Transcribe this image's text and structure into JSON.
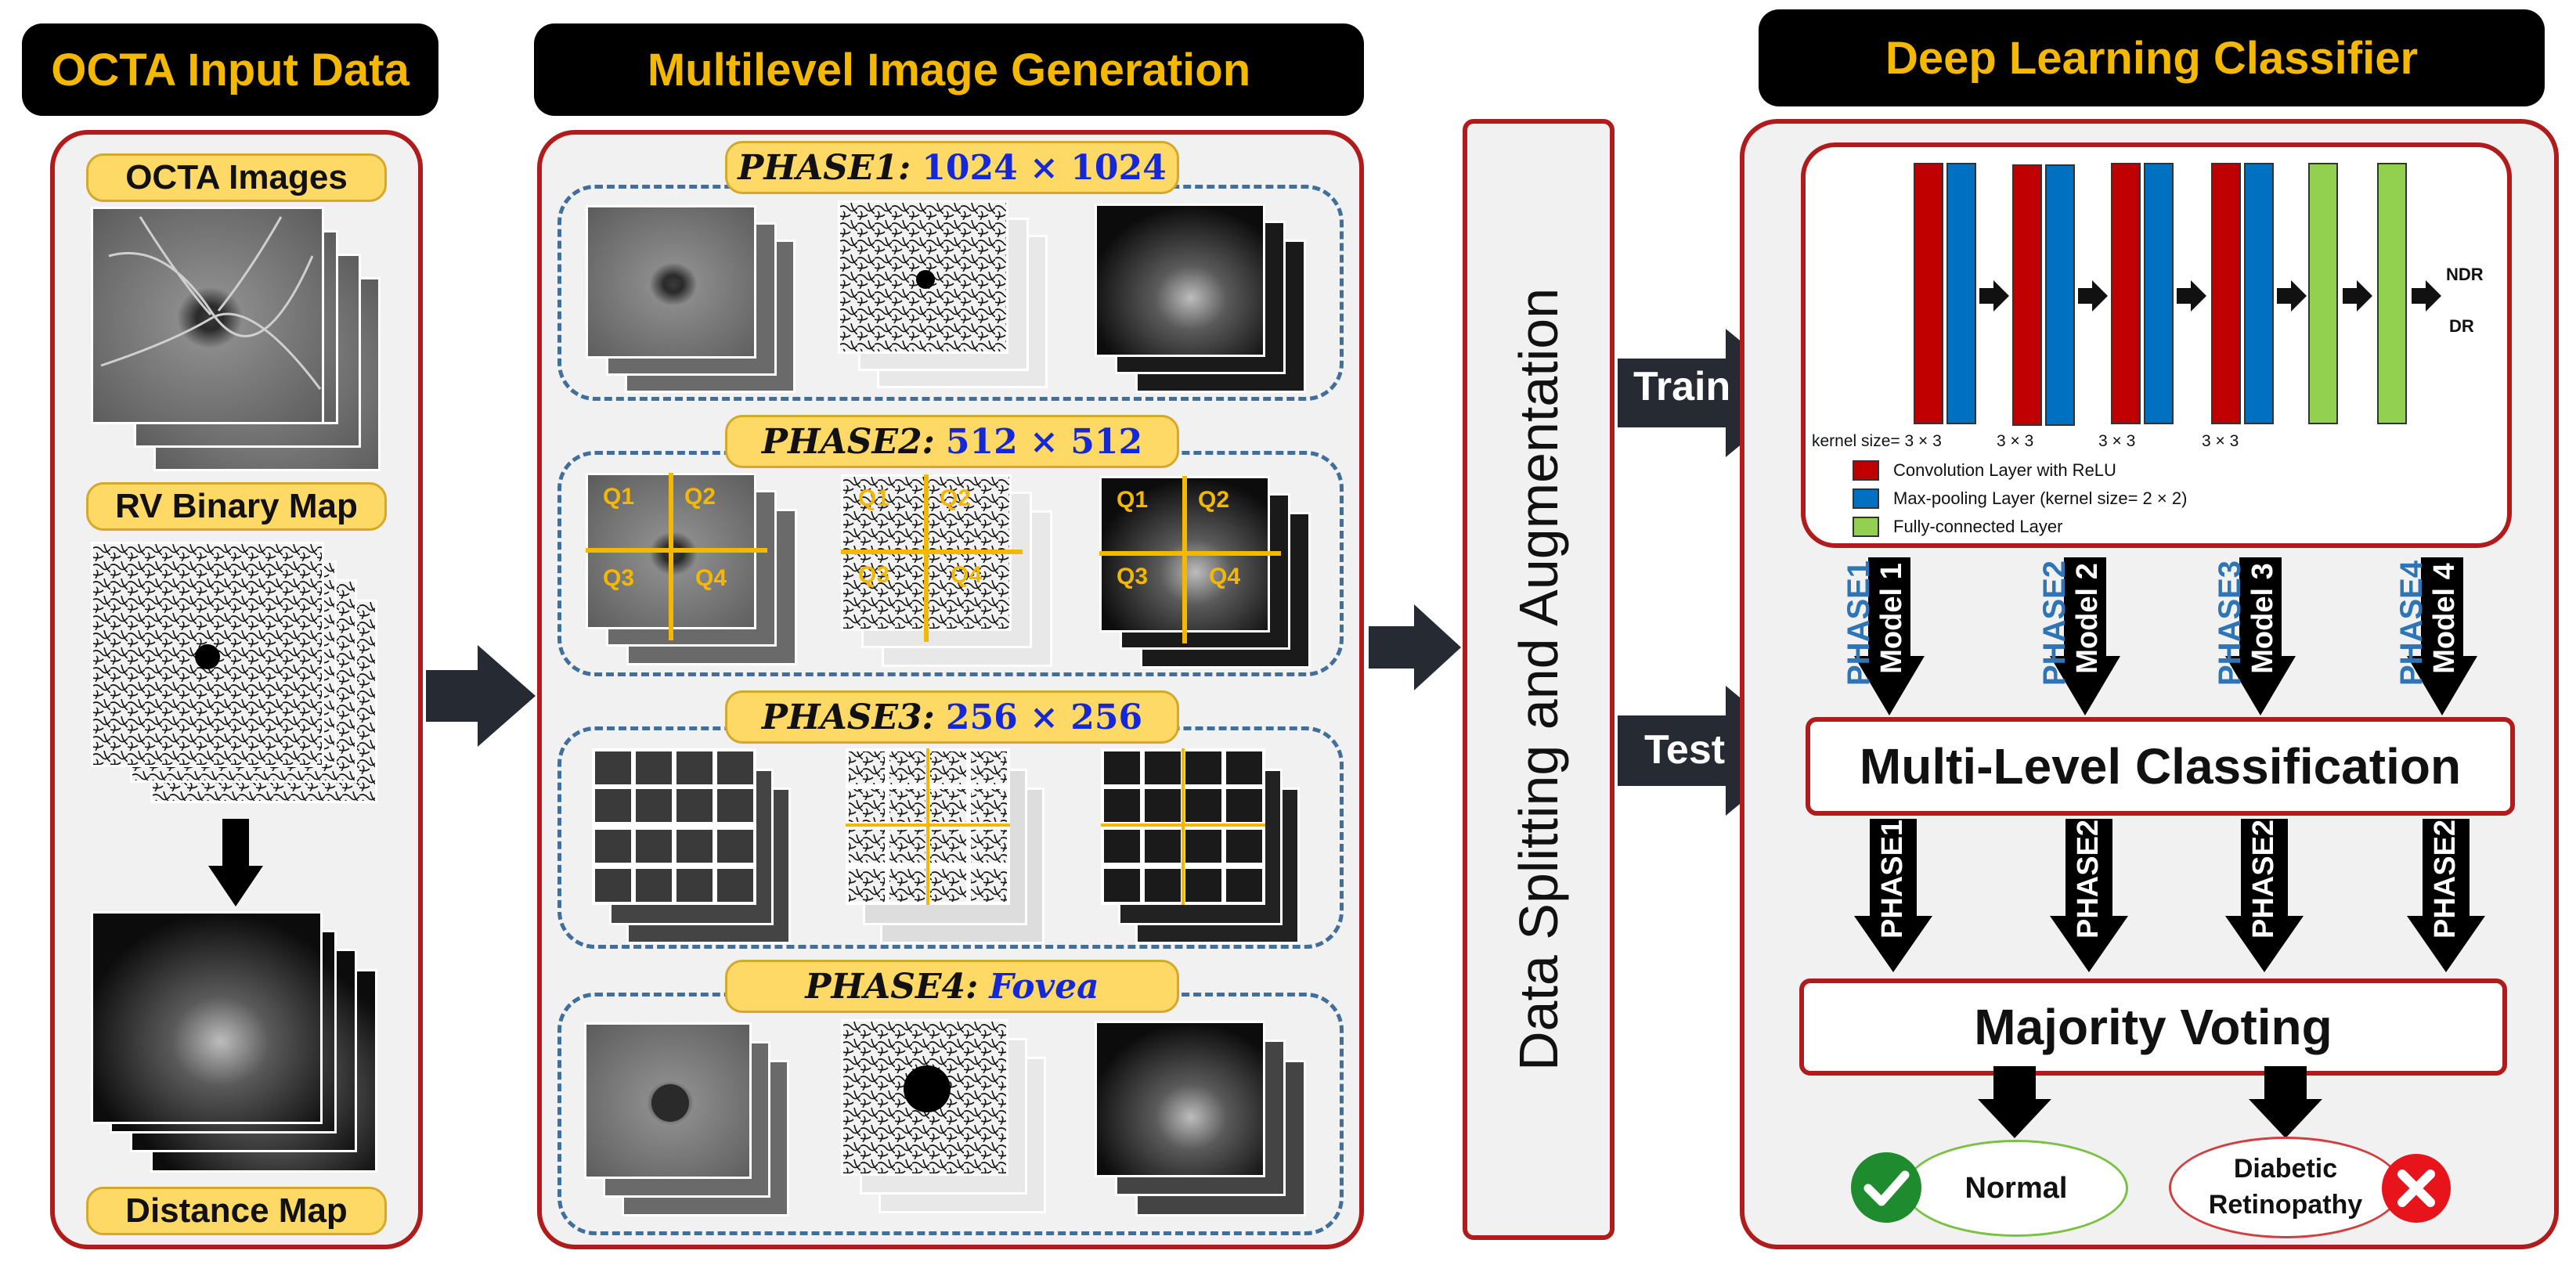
{
  "headers": {
    "input": "OCTA Input Data",
    "multilevel": "Multilevel Image Generation",
    "classifier": "Deep Learning Classifier"
  },
  "input_panel": {
    "octa_images": "OCTA Images",
    "rv_binary_map": "RV Binary Map",
    "distance_map": "Distance Map"
  },
  "phases": [
    {
      "name": "PHASE1:",
      "value": "1024 × 1024"
    },
    {
      "name": "PHASE2:",
      "value": "512 × 512"
    },
    {
      "name": "PHASE3:",
      "value": "256 × 256"
    },
    {
      "name": "PHASE4:",
      "value": "Fovea"
    }
  ],
  "quadrants": [
    "Q1",
    "Q2",
    "Q3",
    "Q4"
  ],
  "middle_box": "Data Splitting and Augmentation",
  "flow": {
    "train": "Train",
    "test": "Test"
  },
  "cnn": {
    "outputs": [
      "NDR",
      "DR"
    ],
    "kernel_label": "kernel size= 3 × 3",
    "kernel_short": "3 × 3",
    "legend": [
      {
        "label": "Convolution Layer with ReLU",
        "color": "#c00000"
      },
      {
        "label": "Max-pooling Layer (kernel size= 2 × 2)",
        "color": "#0070c0"
      },
      {
        "label": "Fully-connected Layer",
        "color": "#92d050"
      }
    ]
  },
  "models": [
    {
      "phase": "PHASE1",
      "model": "Model 1"
    },
    {
      "phase": "PHASE2",
      "model": "Model 2"
    },
    {
      "phase": "PHASE3",
      "model": "Model 3"
    },
    {
      "phase": "PHASE4",
      "model": "Model 4"
    }
  ],
  "multi_level": "Multi-Level Classification",
  "phase_outputs": [
    "PHASE1",
    "PHASE2",
    "PHASE2",
    "PHASE2"
  ],
  "majority_voting": "Majority Voting",
  "results": {
    "normal": "Normal",
    "dr_line1": "Diabetic",
    "dr_line2": "Retinopathy"
  },
  "colors": {
    "header_bg": "#000000",
    "header_text": "#f5b800",
    "panel_border": "#b01c1c",
    "pill": "#ffd966",
    "phase_value": "#1528d8",
    "phase_label": "#2e75b6",
    "arrow": "#252a33"
  }
}
